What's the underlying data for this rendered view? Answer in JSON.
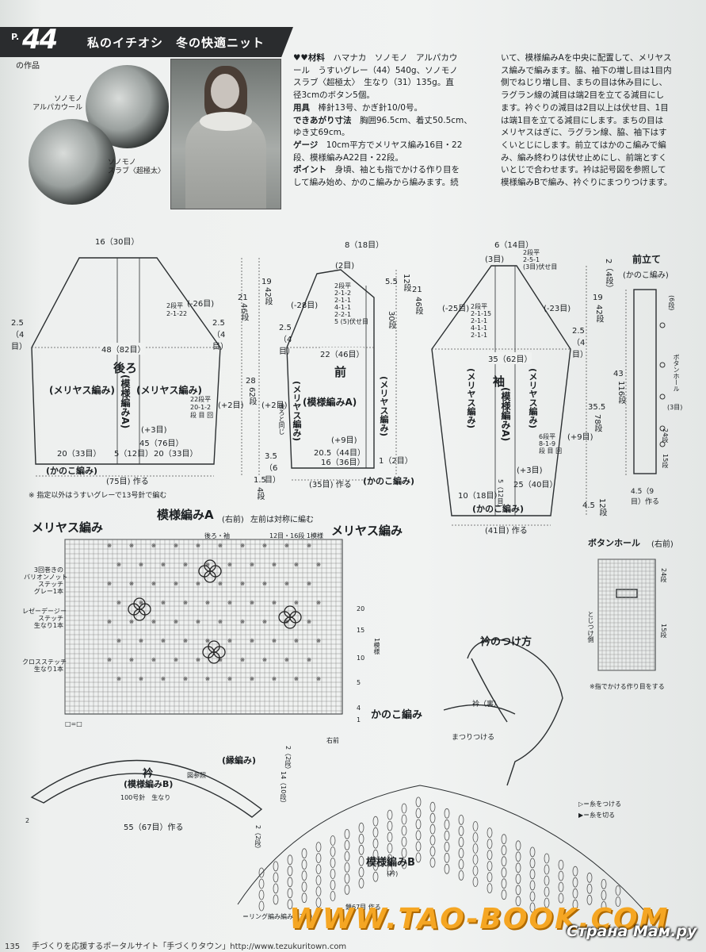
{
  "header": {
    "p_label": "P.",
    "page_number": "44",
    "suffix": "の作品",
    "title": "私のイチオシ　冬の快適ニット"
  },
  "yarns": [
    {
      "label1": "ソノモノ",
      "label2": "アルパカウール"
    },
    {
      "label1": "ソノモノ",
      "label2": "スラブ〈超極太〉"
    }
  ],
  "instructions": {
    "col1": [
      {
        "head": "♥♥材料",
        "text": "　ハマナカ　ソノモノ　アルパカウ"
      },
      {
        "head": "",
        "text": "ール　うすいグレー（44）540g、ソノモノ"
      },
      {
        "head": "",
        "text": "スラブ〈超極太〉　生なり（31）135g。直"
      },
      {
        "head": "",
        "text": "径3cmのボタン5個。"
      },
      {
        "head": "用具",
        "text": "　棒針13号、かぎ針10/0号。"
      },
      {
        "head": "できあがり寸法",
        "text": "　胸囲96.5cm、着丈50.5cm、"
      },
      {
        "head": "",
        "text": "ゆき丈69cm。"
      },
      {
        "head": "ゲージ",
        "text": "　10cm平方でメリヤス編み16目・22"
      },
      {
        "head": "",
        "text": "段、模様編みA22目・22段。"
      },
      {
        "head": "ポイント",
        "text": "　身頃、袖とも指でかける作り目を"
      },
      {
        "head": "",
        "text": "して編み始め、かのこ編みから編みます。続"
      }
    ],
    "col2": [
      "いて、模様編みAを中央に配置して、メリヤス",
      "ス編みで編みます。脇、袖下の増し目は1目内",
      "側でねじり増し目、まちの目は休み目にし、",
      "ラグラン線の減目は端2目を立てる減目にし",
      "ます。衿ぐりの減目は2目以上は伏せ目、1目",
      "は端1目を立てる減目にします。まちの目は",
      "メリヤスはぎに、ラグラン線、脇、袖下はす",
      "くいとじにします。前立てはかのこ編みで編",
      "み、編み終わりは伏せ止めにし、前端とすく",
      "いとじで合わせます。衿は記号図を参照して",
      "模様編みBで編み、衿ぐりにまつりつけます。"
    ]
  },
  "back": {
    "title": "後ろ",
    "pattern_center": "(模様編みA)",
    "left_stitch": "(メリヤス編み)",
    "right_stitch": "(メリヤス編み)",
    "top_width": "16（30目）",
    "width": "48（82目）",
    "hem_left": "20（33目）",
    "hem_right": "20（33目）",
    "hem_center": "5（12目）",
    "inner": "45（76目）",
    "plus3": "(+3目)",
    "border": "(かのこ編み)",
    "made": "(75目) 作る",
    "side_left": "2.5（4目）",
    "side_right": "2.5（4目）",
    "decrease": "2段平\n2-1-22",
    "raglan": "(-26目)",
    "side_inc": "22段平\n20-1-2\n段 目 回"
  },
  "front": {
    "title": "前",
    "pattern": "(模様編みA)",
    "stitch": "(メリヤス編み)",
    "stitch2": "(メリヤス編み)",
    "top": "8（18目）",
    "top2": "(2目)",
    "width": "22（46目）",
    "hem": "20.5（44目）",
    "inner": "16（36目）",
    "plus9": "(+9目)",
    "side": "2.5（4目）",
    "raglan": "(-28目)",
    "border": "(かのこ編み)",
    "made": "(35目) 作る",
    "bottom": "3.5（6目）",
    "right": "1（2目）",
    "neck": "2段平\n2-1-2\n2-1-1\n4-1-1\n2-2-1\n5 (5)伏せ目",
    "back_same": "後ろと同じ"
  },
  "sleeve": {
    "title": "袖",
    "pattern": "(模様編みA)",
    "stitch_left": "(メリヤス編み)",
    "stitch_right": "(メリヤス編み)",
    "top": "6（14目）",
    "top2": "(3目)",
    "width": "35（62目）",
    "raglan_left": "(-25目)",
    "raglan_right": "(-23目)",
    "hem": "10（18目）",
    "hem2": "25（40目）",
    "center": "5（12目）",
    "plus3": "(+3目)",
    "plus9": "(+9目)",
    "border": "(かのこ編み)",
    "made": "(41目) 作る",
    "side": "2.5（4目）",
    "dec": "2段平\n2-1-15\n2-1-1\n4-1-1\n2-1-1",
    "inc": "6段平\n8-1-9\n段 目 回",
    "top_dec": "2段平\n2-5-1\n(3目)伏せ目"
  },
  "band": {
    "title": "前立て",
    "subtitle": "(かのこ編み)",
    "buttonhole": "ボタンホール",
    "holes": "(3目)",
    "rows": "24段",
    "rows2": "15段",
    "width": "4.5（9目）作る",
    "length": "43",
    "length_rows": "116段",
    "top": "2（4段）",
    "six": "(6段)"
  },
  "dims": {
    "back_h1": "21",
    "back_h1r": "46段",
    "back_h2": "19",
    "back_h2r": "42段",
    "back_h3": "28",
    "back_h3r": "62段",
    "back_h4": "1.5",
    "back_h4r": "4段",
    "plus2": "(+2目)",
    "plus2b": "(+2目)",
    "front_h1": "5.5",
    "front_h1r": "12段",
    "front_h2": "30段",
    "front_h3": "21",
    "front_h3r": "46段",
    "sleeve_h1": "19",
    "sleeve_h1r": "42段",
    "sleeve_h2": "35.5",
    "sleeve_h2r": "78段",
    "sleeve_h3": "4.5",
    "sleeve_h3r": "12段",
    "needle_note": "※ 指定以外はうすいグレーで13号針で編む"
  },
  "chart": {
    "title": "模様編みA",
    "subtitle": "(右前)",
    "note": "左前は対称に編む",
    "left_label": "メリヤス編み",
    "right_label": "メリヤス編み",
    "top_a": "後ろ・袖",
    "top_b": "12目・16段 1模様",
    "kanoko": "かのこ編み",
    "right_front": "右前",
    "pattern_one": "1模様",
    "legend1": "3回巻きの\nバリオンノット\nステッチ\nグレー1本",
    "legend2": "レゼーデージー\nステッチ\n生なり1本",
    "legend3": "クロスステッチ\n生なり1本",
    "row_labels": [
      "20",
      "15",
      "10",
      "5",
      "4",
      "1"
    ],
    "empty_mark": "□=□"
  },
  "collar": {
    "title": "衿",
    "pattern": "(模様編みB)",
    "needle": "100号針　生なり",
    "ref": "図参照",
    "edge": "(縁編み)",
    "width": "55（67目）作る",
    "rows1": "2（2段）",
    "rows2": "14（10段）",
    "rows3": "2（2段）",
    "side": "2"
  },
  "collar_attach": {
    "title": "衿のつけ方",
    "collar_back": "衿（裏）",
    "sew": "まつりつける"
  },
  "pattern_b": {
    "title": "模様編みB",
    "subtitle": "(衿)",
    "bottom": "鎖67目 作る",
    "legend_start": "▷＝糸をつける",
    "legend_cut": "▶＝糸を切る",
    "ring": "＝リング編み編み（2目）"
  },
  "buttonhole_chart": {
    "title": "ボタンホール",
    "sub": "(右前)",
    "side": "とじつけ側",
    "note": "※指でかける作り目をする",
    "rows1": "24段",
    "rows2": "15段"
  },
  "footer": {
    "page": "135",
    "text": "手づくりを応援するポータルサイト「手づくりタウン」http://www.tezukuritown.com"
  },
  "watermarks": {
    "site": "WWW.TAO-BOOK.COM",
    "site2": "Страна Мам.ру"
  }
}
